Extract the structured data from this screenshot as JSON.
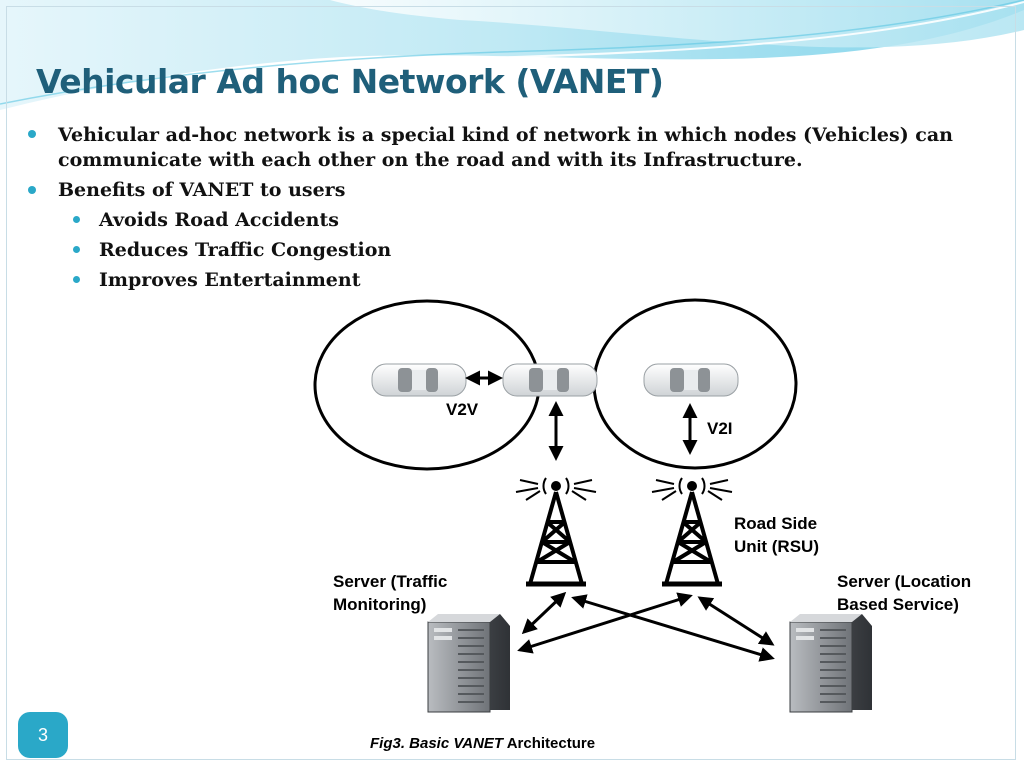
{
  "slide": {
    "title": "Vehicular Ad hoc Network (VANET)",
    "bullets": [
      {
        "text": "Vehicular ad-hoc network is a special kind of network in which nodes (Vehicles) can communicate with each other on the road and with its Infrastructure.",
        "level": 1
      },
      {
        "text": "Benefits of VANET to users",
        "level": 1
      },
      {
        "text": "Avoids Road Accidents",
        "level": 2
      },
      {
        "text": "Reduces Traffic Congestion",
        "level": 2
      },
      {
        "text": "Improves Entertainment",
        "level": 2
      }
    ],
    "page_number": "3"
  },
  "diagram": {
    "v2v_label": "V2V",
    "v2i_label": "V2I",
    "rsu_label_line1": "Road Side",
    "rsu_label_line2": "Unit (RSU)",
    "server_left_line1": "Server (Traffic",
    "server_left_line2": "Monitoring)",
    "server_right_line1": "Server (Location",
    "server_right_line2": "Based Service)",
    "caption_italic": "Fig3. Basic VANET",
    "caption_rest": "Architecture"
  },
  "colors": {
    "title": "#1f5f7a",
    "bullet": "#2aa8c8",
    "accent": "#2aa8c8"
  }
}
